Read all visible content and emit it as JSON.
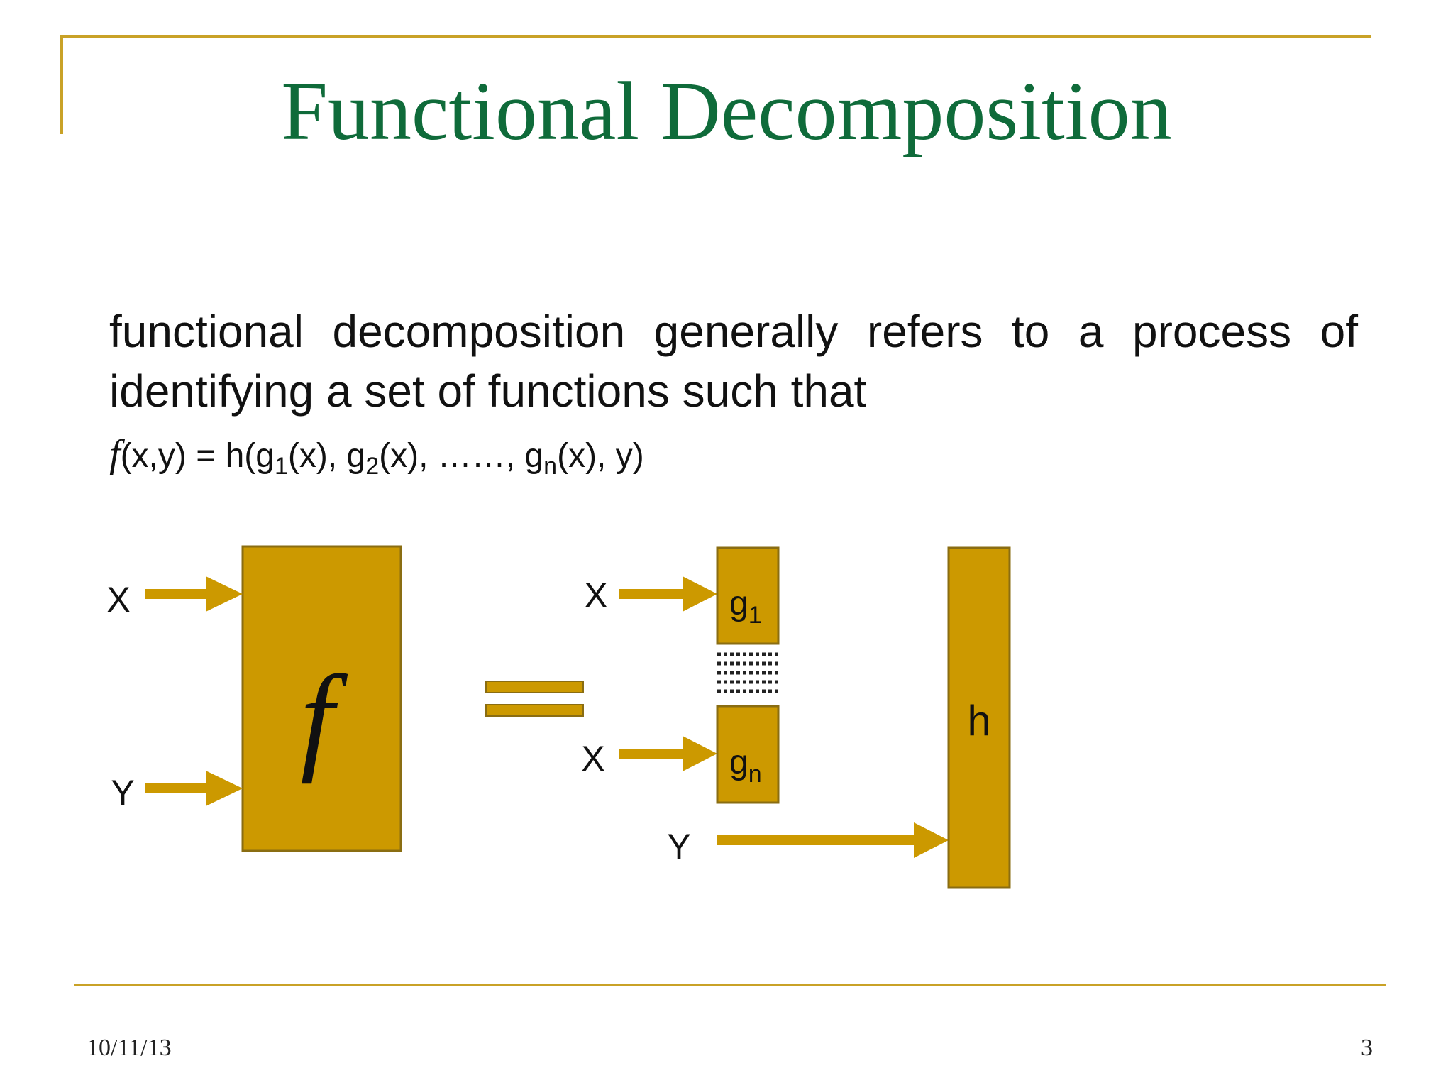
{
  "title": "Functional Decomposition",
  "body": {
    "line1": "functional decomposition generally refers to a process of",
    "line2": "identifying a set of functions such that"
  },
  "formula": {
    "f": "f",
    "lhs": "(x,y) = h(g",
    "sub1": "1",
    "mid1": "(x), g",
    "sub2": "2",
    "mid2": "(x), ……, g",
    "subn": "n",
    "end": "(x), y)"
  },
  "diagram": {
    "left_box_label": "f",
    "left_input_x": "X",
    "left_input_y": "Y",
    "right_input_x1": "X",
    "right_input_xn": "X",
    "right_input_y": "Y",
    "g1_base": "g",
    "g1_sub": "1",
    "gn_base": "g",
    "gn_sub": "n",
    "h_label": "h",
    "box_color": "#cc9900",
    "border_color": "#8a6d12",
    "arrow_color": "#cc9900"
  },
  "footer": {
    "date": "10/11/13",
    "page": "3"
  }
}
